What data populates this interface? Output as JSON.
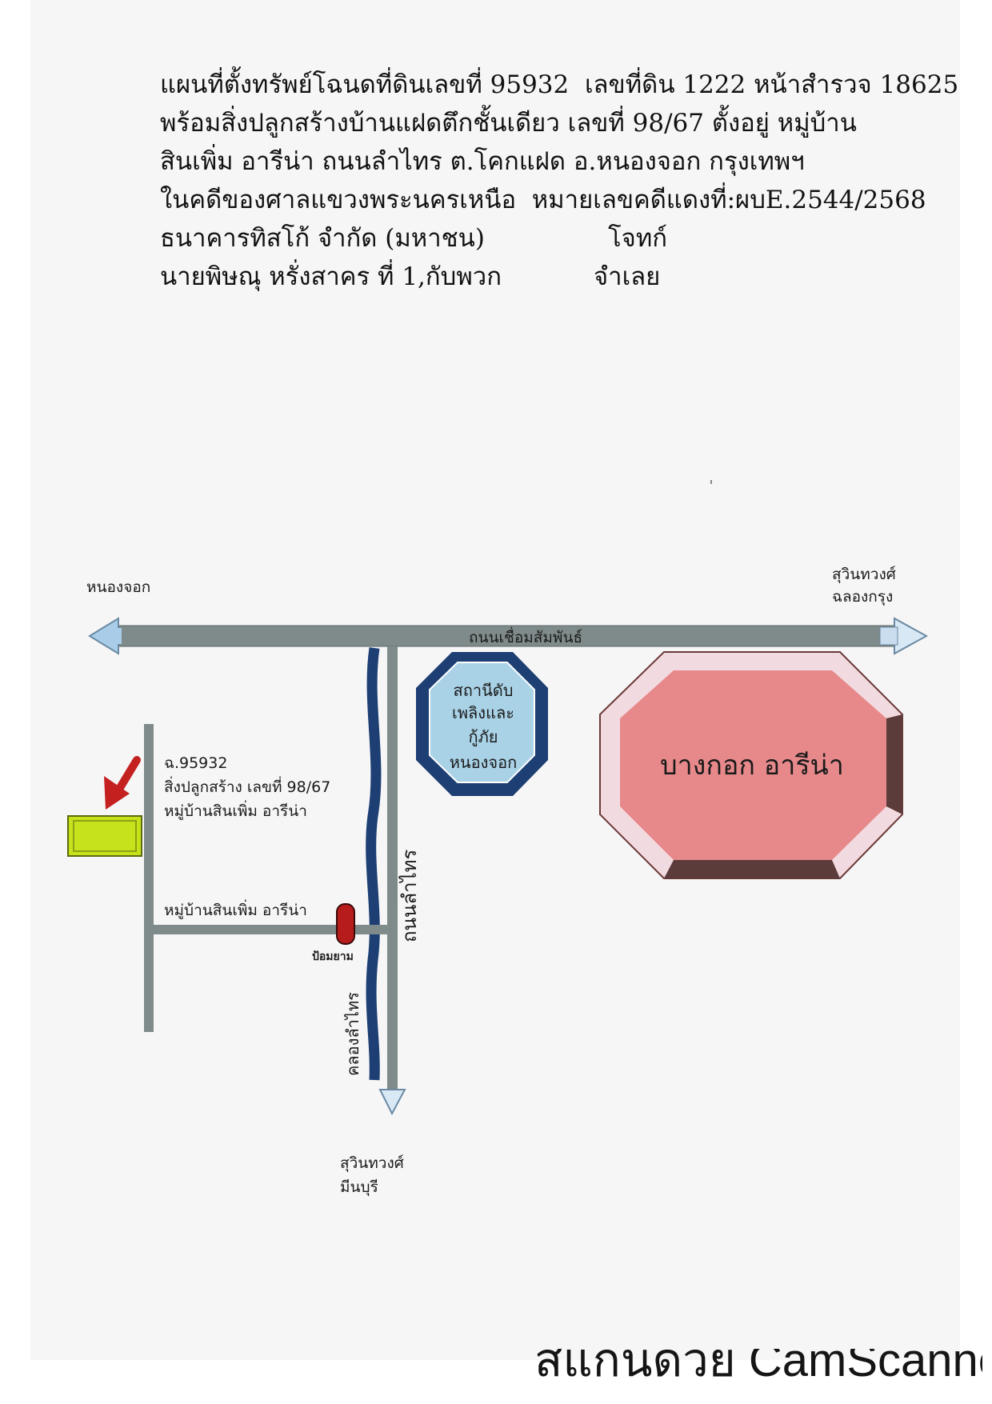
{
  "header": {
    "line1": "แผนที่ตั้งทรัพย์โฉนดที่ดินเลขที่ 95932  เลขที่ดิน 1222 หน้าสำรวจ 18625",
    "line2": "พร้อมสิ่งปลูกสร้างบ้านแฝดตึกชั้นเดียว เลขที่ 98/67 ตั้งอยู่ หมู่บ้าน",
    "line3": "สินเพิ่ม อารีน่า ถนนลำไทร ต.โคกแฝด อ.หนองจอก กรุงเทพฯ",
    "line4": "ในคดีของศาลแขวงพระนครเหนือ  หมายเลขคดีแดงที่:ผบE.2544/2568",
    "plaintiff_name": "ธนาคารทิสโก้ จำกัด (มหาชน)",
    "plaintiff_role": "โจทก์",
    "defendant_name": "นายพิษณุ หรั่งสาคร ที่ 1,กับพวก",
    "defendant_role": "จำเลย"
  },
  "map": {
    "direction_west": "หนองจอก",
    "direction_east_line1": "สุวินทวงศ์",
    "direction_east_line2": "ฉลองกรุง",
    "main_road": "ถนนเชื่อมสัมพันธ์",
    "fire_station_line1": "สถานีดับ",
    "fire_station_line2": "เพลิงและ",
    "fire_station_line3": "กู้ภัย",
    "fire_station_line4": "หนองจอก",
    "arena_label": "บางกอก อารีน่า",
    "property_line1": "ฉ.95932",
    "property_line2": "สิ่งปลูกสร้าง เลขที่ 98/67",
    "property_line3": "หมู่บ้านสินเพิ่ม อารีน่า",
    "village_road": "หมู่บ้านสินเพิ่ม อารีน่า",
    "police_box": "ป้อมยาม",
    "lam_sai_road": "ถนนลำไทร",
    "lam_sai_canal": "คลองลำไทร",
    "direction_south_line1": "สุวินทวงศ์",
    "direction_south_line2": "มีนบุรี",
    "colors": {
      "road": "#7f8a8a",
      "arrow_head": "#a9cde8",
      "canal": "#1d3f73",
      "fire_station_fill": "#a9d2e6",
      "arena_fill": "#e7898b",
      "property_fill": "#c6e21a",
      "pointer_arrow": "#c42020",
      "police_box": "#b71c1c"
    }
  },
  "footer": {
    "scanner_text": "สแกนด้วย CamScanner"
  }
}
